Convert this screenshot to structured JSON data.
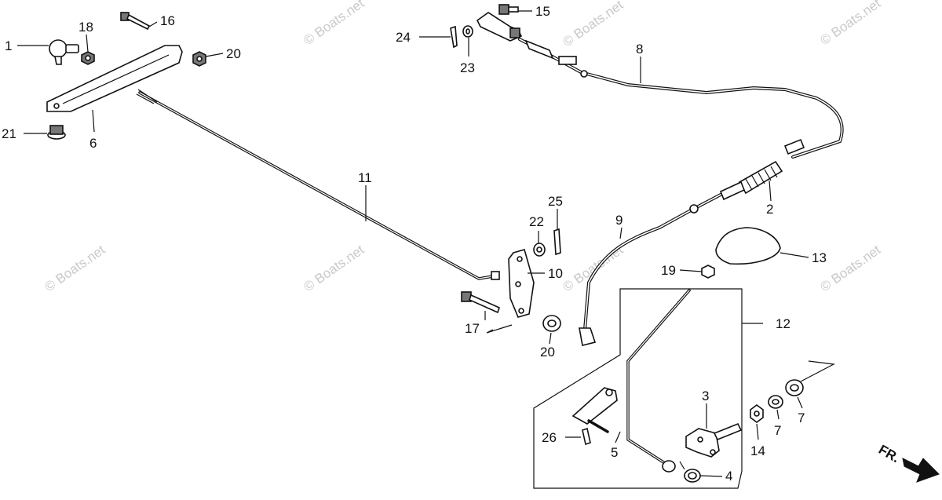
{
  "watermark": {
    "text": "© Boats.net"
  },
  "callouts": [
    {
      "id": "c1",
      "label": "1"
    },
    {
      "id": "c18",
      "label": "18"
    },
    {
      "id": "c16",
      "label": "16"
    },
    {
      "id": "c20a",
      "label": "20"
    },
    {
      "id": "c21",
      "label": "21"
    },
    {
      "id": "c6",
      "label": "6"
    },
    {
      "id": "c24",
      "label": "24"
    },
    {
      "id": "c23",
      "label": "23"
    },
    {
      "id": "c15",
      "label": "15"
    },
    {
      "id": "c8",
      "label": "8"
    },
    {
      "id": "c11",
      "label": "11"
    },
    {
      "id": "c2",
      "label": "2"
    },
    {
      "id": "c9",
      "label": "9"
    },
    {
      "id": "c22",
      "label": "22"
    },
    {
      "id": "c25",
      "label": "25"
    },
    {
      "id": "c10",
      "label": "10"
    },
    {
      "id": "c13",
      "label": "13"
    },
    {
      "id": "c19",
      "label": "19"
    },
    {
      "id": "c17",
      "label": "17"
    },
    {
      "id": "c20b",
      "label": "20"
    },
    {
      "id": "c12",
      "label": "12"
    },
    {
      "id": "c3",
      "label": "3"
    },
    {
      "id": "c7a",
      "label": "7"
    },
    {
      "id": "c7b",
      "label": "7"
    },
    {
      "id": "c14",
      "label": "14"
    },
    {
      "id": "c26",
      "label": "26"
    },
    {
      "id": "c5",
      "label": "5"
    },
    {
      "id": "c4",
      "label": "4"
    }
  ],
  "direction_label": "FR.",
  "colors": {
    "line": "#111111",
    "background": "#ffffff",
    "watermark": "#c9c9c9"
  }
}
